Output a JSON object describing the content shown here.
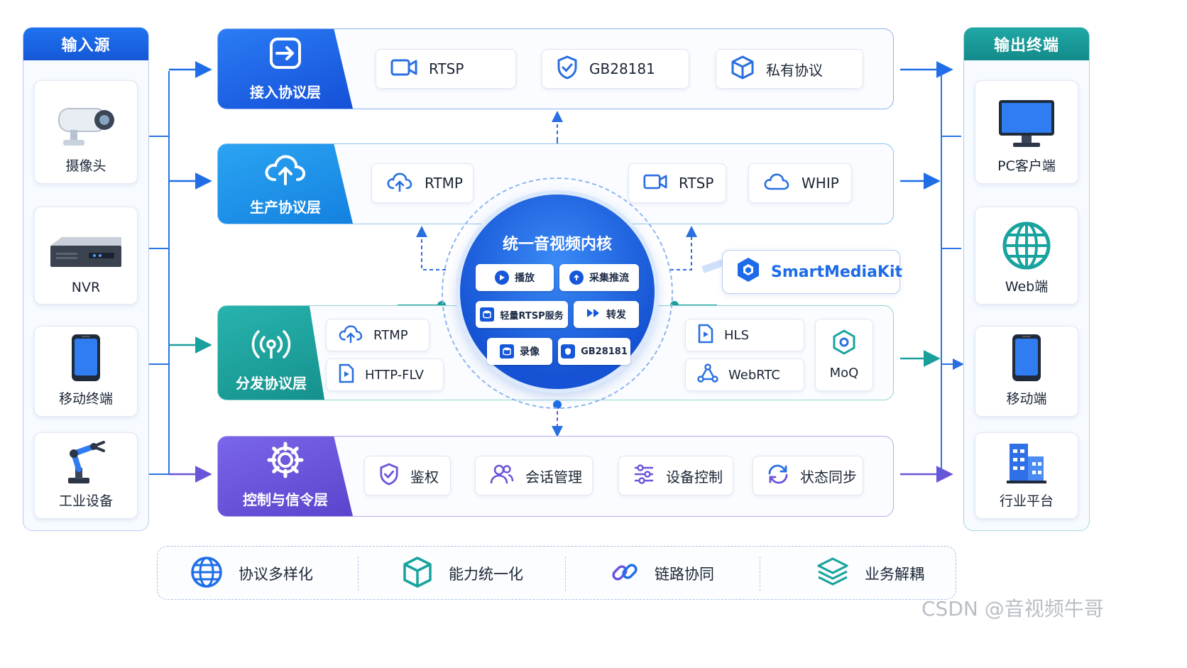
{
  "input": {
    "title": "输入源",
    "items": [
      {
        "label": "摄像头",
        "icon": "security-camera-icon"
      },
      {
        "label": "NVR",
        "icon": "nvr-device-icon"
      },
      {
        "label": "移动终端",
        "icon": "smartphone-icon"
      },
      {
        "label": "工业设备",
        "icon": "robot-arm-icon"
      }
    ]
  },
  "output": {
    "title": "输出终端",
    "items": [
      {
        "label": "PC客户端",
        "icon": "monitor-icon"
      },
      {
        "label": "Web端",
        "icon": "globe-icon"
      },
      {
        "label": "移动端",
        "icon": "smartphone-icon"
      },
      {
        "label": "行业平台",
        "icon": "buildings-icon"
      }
    ]
  },
  "layers": {
    "access": {
      "title": "接入协议层",
      "color": "#1a5fe0",
      "items": [
        "RTSP",
        "GB28181",
        "私有协议"
      ]
    },
    "produce": {
      "title": "生产协议层",
      "color": "#1b93e8",
      "items": [
        "RTMP",
        "RTSP",
        "WHIP"
      ]
    },
    "distribute": {
      "title": "分发协议层",
      "color": "#1ea39e",
      "items": [
        "RTMP",
        "HTTP-FLV",
        "HLS",
        "WebRTC",
        "MoQ"
      ]
    },
    "control": {
      "title": "控制与信令层",
      "color": "#6a55d9",
      "items": [
        "鉴权",
        "会话管理",
        "设备控制",
        "状态同步"
      ]
    }
  },
  "core": {
    "title": "统一音视频内核",
    "chips": [
      "播放",
      "采集推流",
      "轻量RTSP服务",
      "转发",
      "录像",
      "GB28181"
    ]
  },
  "brand": {
    "label": "SmartMediaKit"
  },
  "footer": {
    "items": [
      {
        "label": "协议多样化",
        "icon": "globe-icon"
      },
      {
        "label": "能力统一化",
        "icon": "cube-icon"
      },
      {
        "label": "链路协同",
        "icon": "link-icon"
      },
      {
        "label": "业务解耦",
        "icon": "layers-icon"
      }
    ]
  },
  "watermark": "CSDN @音视频牛哥"
}
